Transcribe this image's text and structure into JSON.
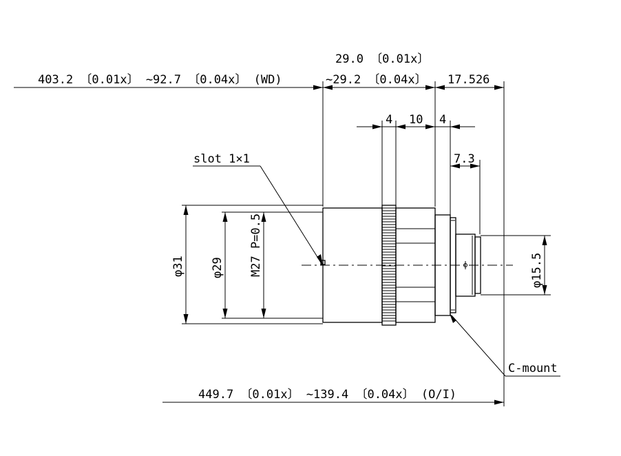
{
  "dimensions": {
    "wd": "403.2 〔0.01x〕 ∼92.7 〔0.04x〕 (WD)",
    "body_length_top": "29.0 〔0.01x〕",
    "body_length_bottom": "∼29.2 〔0.04x〕",
    "flange_back": "17.526",
    "seg_a": "4",
    "seg_b": "10",
    "seg_c": "4",
    "thread_depth": "7.3",
    "slot": "slot 1×1",
    "dia_outer": "φ31",
    "dia_inner": "φ29",
    "filter_thread": "M27 P=0.5",
    "dia_mount": "φ15.5",
    "mount_type": "C-mount",
    "oi": "449.7 〔0.01x〕 ∼139.4 〔0.04x〕 (O/I)"
  }
}
